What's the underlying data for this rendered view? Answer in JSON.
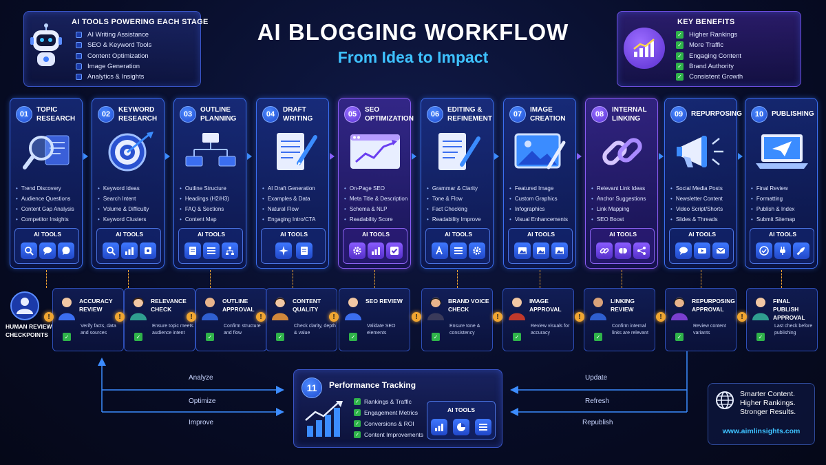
{
  "header": {
    "title": "AI BLOGGING WORKFLOW",
    "subtitle": "From Idea to Impact"
  },
  "tools_panel": {
    "title": "AI TOOLS POWERING EACH STAGE",
    "items": [
      "AI Writing Assistance",
      "SEO & Keyword Tools",
      "Content Optimization",
      "Image Generation",
      "Analytics & Insights"
    ]
  },
  "benefits_panel": {
    "title": "KEY BENEFITS",
    "items": [
      "Higher Rankings",
      "More Traffic",
      "Engaging Content",
      "Brand Authority",
      "Consistent Growth"
    ]
  },
  "stages": [
    {
      "num": "01",
      "title": "TOPIC RESEARCH",
      "items": [
        "Trend Discovery",
        "Audience Questions",
        "Content Gap Analysis",
        "Competitor Insights"
      ],
      "tools_label": "AI TOOLS",
      "illustration": "magnifier-icon",
      "tool_icons": [
        "search-icon",
        "chat-icon",
        "message-icon"
      ]
    },
    {
      "num": "02",
      "title": "KEYWORD RESEARCH",
      "items": [
        "Keyword Ideas",
        "Search Intent",
        "Volume & Difficulty",
        "Keyword Clusters"
      ],
      "tools_label": "AI TOOLS",
      "illustration": "target-icon",
      "tool_icons": [
        "search-icon",
        "chart-icon",
        "puzzle-icon"
      ]
    },
    {
      "num": "03",
      "title": "OUTLINE PLANNING",
      "items": [
        "Outline Structure",
        "Headings (H2/H3)",
        "FAQ & Sections",
        "Content Map"
      ],
      "tools_label": "AI TOOLS",
      "illustration": "flowchart-icon",
      "tool_icons": [
        "document-icon",
        "list-icon",
        "hierarchy-icon"
      ]
    },
    {
      "num": "04",
      "title": "DRAFT WRITING",
      "items": [
        "AI Draft Generation",
        "Examples & Data",
        "Natural Flow",
        "Engaging Intro/CTA"
      ],
      "tools_label": "AI TOOLS",
      "illustration": "document-pen-icon",
      "tool_icons": [
        "sparkle-icon",
        "document-icon"
      ]
    },
    {
      "num": "05",
      "title": "SEO OPTIMIZATION",
      "items": [
        "On-Page SEO",
        "Meta Title & Description",
        "Schema & NLP",
        "Readability Score"
      ],
      "tools_label": "AI TOOLS",
      "illustration": "browser-chart-icon",
      "tool_icons": [
        "gear-icon",
        "chart-icon",
        "checkbox-icon"
      ]
    },
    {
      "num": "06",
      "title": "EDITING & REFINEMENT",
      "items": [
        "Grammar & Clarity",
        "Tone & Flow",
        "Fact Checking",
        "Readability Improve"
      ],
      "tools_label": "AI TOOLS",
      "illustration": "document-edit-icon",
      "tool_icons": [
        "text-icon",
        "list-icon",
        "gear-icon"
      ]
    },
    {
      "num": "07",
      "title": "IMAGE CREATION",
      "items": [
        "Featured Image",
        "Custom Graphics",
        "Infographics",
        "Visual Enhancements"
      ],
      "tools_label": "AI TOOLS",
      "illustration": "image-brush-icon",
      "tool_icons": [
        "image-icon",
        "image-icon",
        "image-icon"
      ]
    },
    {
      "num": "08",
      "title": "INTERNAL LINKING",
      "items": [
        "Relevant Link Ideas",
        "Anchor Suggestions",
        "Link Mapping",
        "SEO Boost"
      ],
      "tools_label": "AI TOOLS",
      "illustration": "chain-link-icon",
      "tool_icons": [
        "link-icon",
        "brain-icon",
        "share-icon"
      ]
    },
    {
      "num": "09",
      "title": "REPURPOSING",
      "items": [
        "Social Media Posts",
        "Newsletter Content",
        "Video Script/Shorts",
        "Slides & Threads"
      ],
      "tools_label": "AI TOOLS",
      "illustration": "megaphone-icon",
      "tool_icons": [
        "chat-icon",
        "video-icon",
        "mail-icon"
      ]
    },
    {
      "num": "10",
      "title": "PUBLISHING",
      "items": [
        "Final Review",
        "Formatting",
        "Publish & Index",
        "Submit Sitemap"
      ],
      "tools_label": "AI TOOLS",
      "illustration": "laptop-send-icon",
      "tool_icons": [
        "check-circle-icon",
        "plug-icon",
        "rocket-icon"
      ]
    }
  ],
  "human_review": {
    "label": "HUMAN REVIEW CHECKPOINTS",
    "reviews": [
      {
        "title": "ACCURACY REVIEW",
        "desc": "Verify facts, data and sources"
      },
      {
        "title": "RELEVANCE CHECK",
        "desc": "Ensure topic meets audience intent"
      },
      {
        "title": "OUTLINE APPROVAL",
        "desc": "Confirm structure and flow"
      },
      {
        "title": "CONTENT QUALITY",
        "desc": "Check clarity, depth & value"
      },
      {
        "title": "SEO REVIEW",
        "desc": "Validate SEO elements"
      },
      {
        "title": "BRAND VOICE CHECK",
        "desc": "Ensure tone & consistency"
      },
      {
        "title": "IMAGE APPROVAL",
        "desc": "Review visuals for accuracy"
      },
      {
        "title": "LINKING REVIEW",
        "desc": "Confirm internal links are relevant"
      },
      {
        "title": "REPURPOSING APPROVAL",
        "desc": "Review content variants"
      },
      {
        "title": "FINAL PUBLISH APPROVAL",
        "desc": "Last check before publishing"
      }
    ]
  },
  "performance": {
    "num": "11",
    "title": "Performance Tracking",
    "items": [
      "Rankings & Traffic",
      "Engagement Metrics",
      "Conversions & ROI",
      "Content Improvements"
    ],
    "tools_label": "AI TOOLS"
  },
  "loop_labels": {
    "left": [
      "Analyze",
      "Optimize",
      "Improve"
    ],
    "right": [
      "Update",
      "Refresh",
      "Republish"
    ]
  },
  "cta": {
    "lines": [
      "Smarter Content.",
      "Higher Rankings.",
      "Stronger Results."
    ],
    "url": "www.aimlinsights.com"
  },
  "colors": {
    "background": "#070c26",
    "blue_accent": "#3b6ef0",
    "purple_accent": "#8a5cf5",
    "cyan_text": "#3ec2ff",
    "warning": "#f0a531",
    "check_green": "#2fb34a"
  }
}
